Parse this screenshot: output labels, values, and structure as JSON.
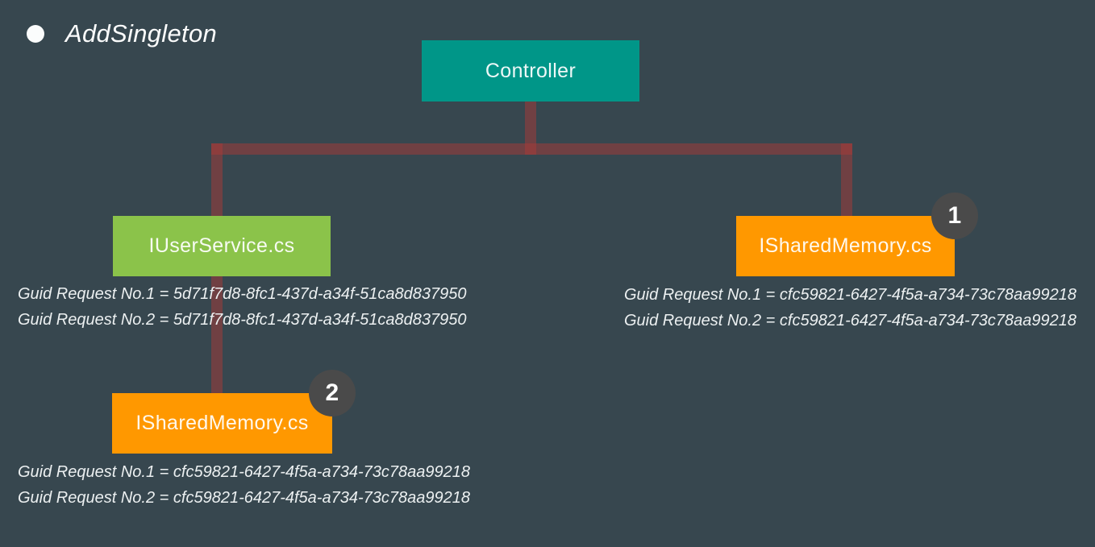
{
  "slide": {
    "title": "AddSingleton"
  },
  "colors": {
    "background": "#37474F",
    "controller_box": "#009688",
    "user_service_box": "#8BC34A",
    "shared_memory_box": "#FF9800",
    "connector_line": "#A93938",
    "badge_circle": "#4A4A4A",
    "text": "#FFFFFF"
  },
  "nodes": {
    "controller": {
      "label": "Controller"
    },
    "user_service": {
      "label": "IUserService.cs",
      "guid1": "Guid Request No.1 = 5d71f7d8-8fc1-437d-a34f-51ca8d837950",
      "guid2": "Guid Request No.2 = 5d71f7d8-8fc1-437d-a34f-51ca8d837950"
    },
    "shared_memory_1": {
      "label": "ISharedMemory.cs",
      "badge": "1",
      "guid1": "Guid Request No.1 = cfc59821-6427-4f5a-a734-73c78aa99218",
      "guid2": "Guid Request No.2 = cfc59821-6427-4f5a-a734-73c78aa99218"
    },
    "shared_memory_2": {
      "label": "ISharedMemory.cs",
      "badge": "2",
      "guid1": "Guid Request No.1 = cfc59821-6427-4f5a-a734-73c78aa99218",
      "guid2": "Guid Request No.2 = cfc59821-6427-4f5a-a734-73c78aa99218"
    }
  }
}
